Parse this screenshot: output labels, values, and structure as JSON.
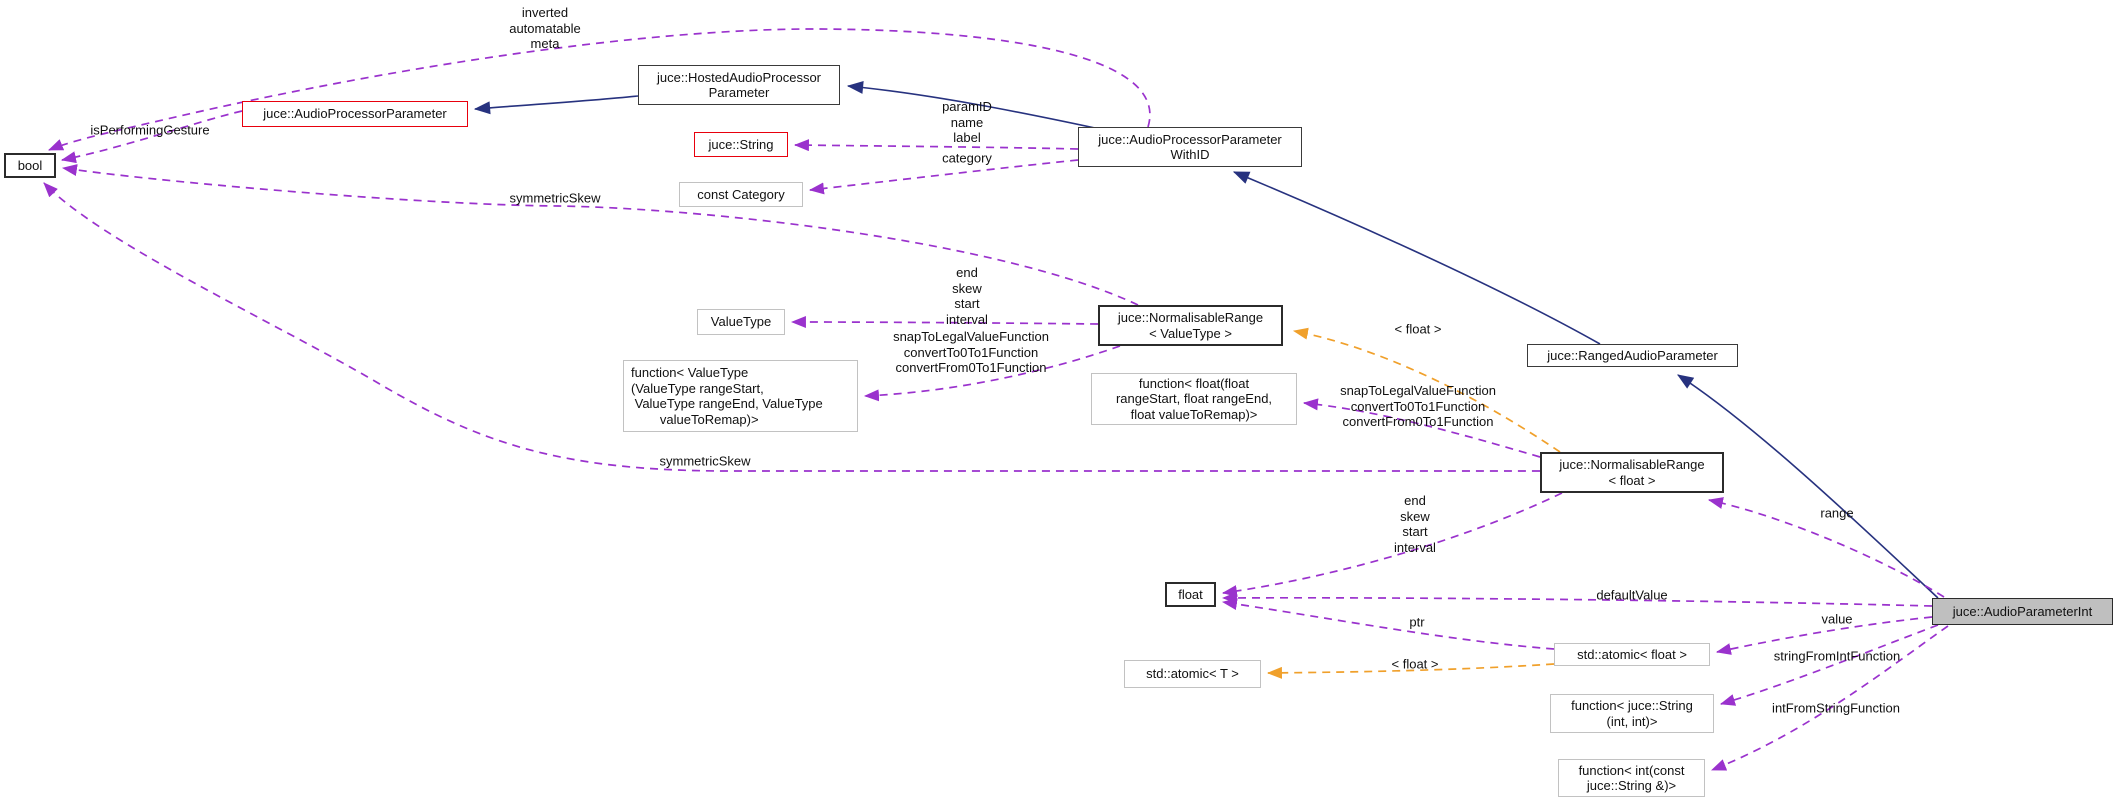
{
  "diagram": {
    "kind": "doxygen-collaboration-graph",
    "main_class": "juce::AudioParameterInt",
    "colors": {
      "background": "#ffffff",
      "inheritance_edge": "#27327f",
      "usage_edge": "#9a32cd",
      "template_edge": "#f0a02b",
      "node_border": "#3a3a3a",
      "external_node_border": "#c2c2c2",
      "truncated_link_border": "#e8000d",
      "main_node_fill": "#bfbfbf"
    },
    "nodes": {
      "bool": {
        "label": "bool"
      },
      "audio_processor_parameter": {
        "label": "juce::AudioProcessorParameter"
      },
      "hosted_audio_processor_parameter": {
        "label": "juce::HostedAudioProcessor\nParameter"
      },
      "string": {
        "label": "juce::String"
      },
      "const_category": {
        "label": "const Category"
      },
      "audio_processor_parameter_with_id": {
        "label": "juce::AudioProcessorParameter\nWithID"
      },
      "value_type": {
        "label": "ValueType"
      },
      "normalisable_range_value_type": {
        "label": "juce::NormalisableRange\n< ValueType >"
      },
      "function_value_type": {
        "label": "function< ValueType\n(ValueType rangeStart,\n ValueType rangeEnd, ValueType\n        valueToRemap)>"
      },
      "function_float": {
        "label": "function< float(float\nrangeStart, float rangeEnd,\nfloat valueToRemap)>"
      },
      "ranged_audio_parameter": {
        "label": "juce::RangedAudioParameter"
      },
      "normalisable_range_float": {
        "label": "juce::NormalisableRange\n< float >"
      },
      "float": {
        "label": "float"
      },
      "std_atomic_t": {
        "label": "std::atomic< T >"
      },
      "std_atomic_float": {
        "label": "std::atomic< float >"
      },
      "function_string_int_int": {
        "label": "function< juce::String\n(int, int)>"
      },
      "function_int_const_string": {
        "label": "function< int(const\njuce::String &)>"
      },
      "audio_parameter_int": {
        "label": "juce::AudioParameterInt"
      }
    },
    "edge_labels": {
      "inverted_automatable_meta": "inverted\nautomatable\nmeta",
      "is_performing_gesture": "isPerformingGesture",
      "symmetric_skew": "symmetricSkew",
      "param_id_name_label": "paramID\nname\nlabel",
      "category": "category",
      "end_skew_start_interval": "end\nskew\nstart\ninterval",
      "snap_convert_functions": "snapToLegalValueFunction\nconvertTo0To1Function\nconvertFrom0To1Function",
      "template_float": "< float >",
      "default_value": "defaultValue",
      "ptr": "ptr",
      "value": "value",
      "range": "range",
      "string_from_int_function": "stringFromIntFunction",
      "int_from_string_function": "intFromStringFunction"
    }
  }
}
